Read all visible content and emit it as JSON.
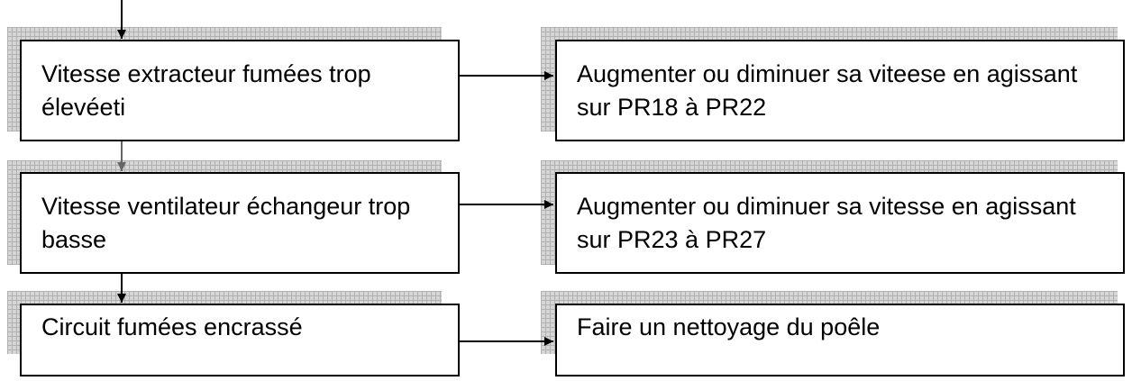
{
  "causes": [
    {
      "label": "Vitesse extracteur fumées trop élevéeti"
    },
    {
      "label": "Vitesse ventilateur échangeur trop basse"
    },
    {
      "label": "Circuit fumées encrassé"
    }
  ],
  "actions": [
    {
      "label": "Augmenter ou diminuer sa viteese en agissant sur PR18 à PR22"
    },
    {
      "label": "Augmenter ou diminuer sa vitesse en agissant sur PR23 à PR27"
    },
    {
      "label": "Faire un nettoyage du poêle"
    }
  ],
  "colors": {
    "line": "#000000",
    "shadow_grid": "#b0b0b0",
    "shadow_fill": "#d6d6d6",
    "connector_gray": "#666666"
  }
}
